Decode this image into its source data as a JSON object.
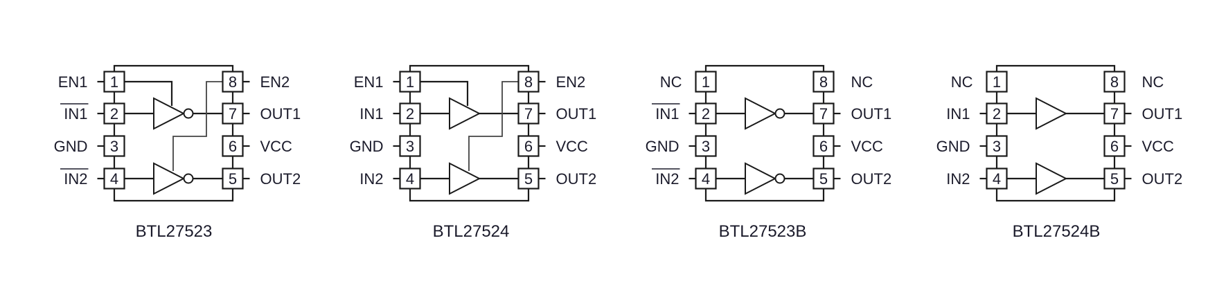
{
  "colors": {
    "ink": "#1a1a2a",
    "line": "#1a1a1a",
    "background": "#ffffff"
  },
  "diagrams": [
    {
      "id": "btl27523",
      "title": "BTL27523",
      "left_pins": [
        {
          "num": "1",
          "label": "EN1",
          "overline": false,
          "connected": true
        },
        {
          "num": "2",
          "label": "IN1",
          "overline": true,
          "connected": true
        },
        {
          "num": "3",
          "label": "GND",
          "overline": false,
          "connected": true
        },
        {
          "num": "4",
          "label": "IN2",
          "overline": true,
          "connected": true
        }
      ],
      "right_pins": [
        {
          "num": "8",
          "label": "EN2",
          "connected": true
        },
        {
          "num": "7",
          "label": "OUT1",
          "connected": true
        },
        {
          "num": "6",
          "label": "VCC",
          "connected": true
        },
        {
          "num": "5",
          "label": "OUT2",
          "connected": true
        }
      ],
      "gates": [
        {
          "name": "channel-1",
          "type": "inverting",
          "input_pin": "2",
          "output_pin": "7"
        },
        {
          "name": "channel-2",
          "type": "inverting",
          "input_pin": "4",
          "output_pin": "5"
        }
      ],
      "enables": true
    },
    {
      "id": "btl27524",
      "title": "BTL27524",
      "left_pins": [
        {
          "num": "1",
          "label": "EN1",
          "overline": false,
          "connected": true
        },
        {
          "num": "2",
          "label": "IN1",
          "overline": false,
          "connected": true
        },
        {
          "num": "3",
          "label": "GND",
          "overline": false,
          "connected": true
        },
        {
          "num": "4",
          "label": "IN2",
          "overline": false,
          "connected": true
        }
      ],
      "right_pins": [
        {
          "num": "8",
          "label": "EN2",
          "connected": true
        },
        {
          "num": "7",
          "label": "OUT1",
          "connected": true
        },
        {
          "num": "6",
          "label": "VCC",
          "connected": true
        },
        {
          "num": "5",
          "label": "OUT2",
          "connected": true
        }
      ],
      "gates": [
        {
          "name": "channel-1",
          "type": "non-inverting",
          "input_pin": "2",
          "output_pin": "7"
        },
        {
          "name": "channel-2",
          "type": "non-inverting",
          "input_pin": "4",
          "output_pin": "5"
        }
      ],
      "enables": true
    },
    {
      "id": "btl27523b",
      "title": "BTL27523B",
      "left_pins": [
        {
          "num": "1",
          "label": "NC",
          "overline": false,
          "connected": false
        },
        {
          "num": "2",
          "label": "IN1",
          "overline": true,
          "connected": true
        },
        {
          "num": "3",
          "label": "GND",
          "overline": false,
          "connected": true
        },
        {
          "num": "4",
          "label": "IN2",
          "overline": true,
          "connected": true
        }
      ],
      "right_pins": [
        {
          "num": "8",
          "label": "NC",
          "connected": false
        },
        {
          "num": "7",
          "label": "OUT1",
          "connected": true
        },
        {
          "num": "6",
          "label": "VCC",
          "connected": true
        },
        {
          "num": "5",
          "label": "OUT2",
          "connected": true
        }
      ],
      "gates": [
        {
          "name": "channel-1",
          "type": "inverting",
          "input_pin": "2",
          "output_pin": "7"
        },
        {
          "name": "channel-2",
          "type": "inverting",
          "input_pin": "4",
          "output_pin": "5"
        }
      ],
      "enables": false
    },
    {
      "id": "btl27524b",
      "title": "BTL27524B",
      "left_pins": [
        {
          "num": "1",
          "label": "NC",
          "overline": false,
          "connected": false
        },
        {
          "num": "2",
          "label": "IN1",
          "overline": false,
          "connected": true
        },
        {
          "num": "3",
          "label": "GND",
          "overline": false,
          "connected": true
        },
        {
          "num": "4",
          "label": "IN2",
          "overline": false,
          "connected": true
        }
      ],
      "right_pins": [
        {
          "num": "8",
          "label": "NC",
          "connected": false
        },
        {
          "num": "7",
          "label": "OUT1",
          "connected": true
        },
        {
          "num": "6",
          "label": "VCC",
          "connected": true
        },
        {
          "num": "5",
          "label": "OUT2",
          "connected": true
        }
      ],
      "gates": [
        {
          "name": "channel-1",
          "type": "non-inverting",
          "input_pin": "2",
          "output_pin": "7"
        },
        {
          "name": "channel-2",
          "type": "non-inverting",
          "input_pin": "4",
          "output_pin": "5"
        }
      ],
      "enables": false
    }
  ]
}
